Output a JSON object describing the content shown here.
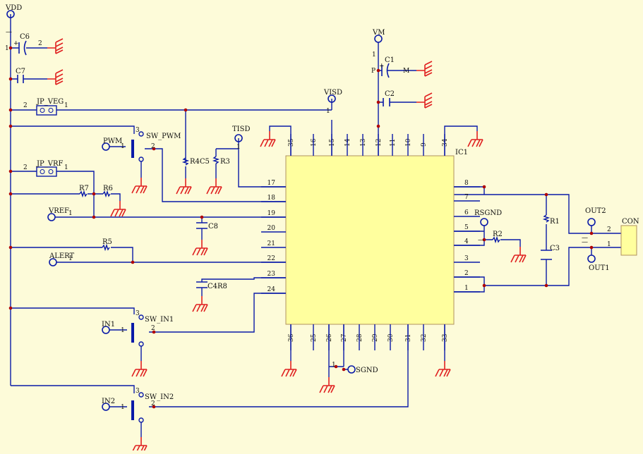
{
  "colors": {
    "background": "#fdfbd9",
    "wire": "#0a1aa8",
    "ground": "#e02020",
    "ic_fill": "#ffff9e",
    "ic_border": "#b09060",
    "junction": "#b00000",
    "text": "#111111"
  },
  "ports": {
    "vdd": "VDD",
    "vm": "VM",
    "visd": "VISD",
    "tisd": "TISD",
    "pwm": "PWM",
    "vref": "VREF",
    "alert": "ALERT",
    "in1": "IN1",
    "in2": "IN2",
    "sgnd": "SGND",
    "rsgnd": "RSGND",
    "out1": "OUT1",
    "out2": "OUT2"
  },
  "components": {
    "c6": "C6",
    "c7": "C7",
    "c1": "C1",
    "c2": "C2",
    "c8": "C8",
    "c3": "C3",
    "c4r8": "C4R8",
    "r4c5": "R4C5",
    "r3": "R3",
    "r7": "R7",
    "r6": "R6",
    "r5": "R5",
    "r2": "R2",
    "r1": "R1",
    "jp_veg": "JP_VEG",
    "jp_vrf": "JP_VRF",
    "sw_pwm": "SW_PWM",
    "sw_in1": "SW_IN1",
    "sw_in2": "SW_IN2",
    "ic1": "IC1",
    "con": "CON"
  },
  "markers": {
    "one": "1",
    "two": "2",
    "three": "3",
    "plus": "+",
    "p": "P",
    "m": "M",
    "minus": "—"
  },
  "ic_pins": {
    "left": [
      "17",
      "18",
      "19",
      "20",
      "21",
      "22",
      "23",
      "24"
    ],
    "right": [
      "8",
      "7",
      "6",
      "5",
      "4",
      "3",
      "2",
      "1"
    ],
    "top": [
      "35",
      "16",
      "15",
      "14",
      "13",
      "12",
      "11",
      "10",
      "9",
      "34"
    ],
    "bottom": [
      "36",
      "25",
      "26",
      "27",
      "28",
      "29",
      "30",
      "31",
      "32",
      "33"
    ]
  }
}
